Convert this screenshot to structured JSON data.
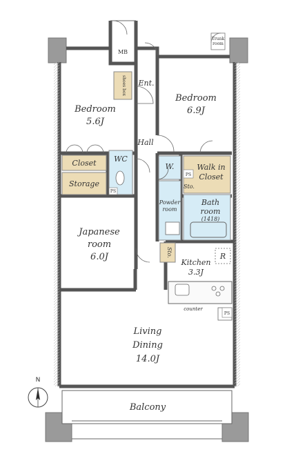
{
  "rooms": {
    "bedroom_west": {
      "name": "Bedroom",
      "size": "5.6J"
    },
    "bedroom_east": {
      "name": "Bedroom",
      "size": "6.9J"
    },
    "japanese": {
      "name_line1": "Japanese",
      "name_line2": "room",
      "size": "6.0J"
    },
    "kitchen": {
      "name": "Kitchen",
      "size": "3.3J"
    },
    "living": {
      "name_line1": "Living",
      "name_line2": "Dining",
      "size": "14.0J"
    },
    "balcony": {
      "name": "Balcony"
    },
    "hall": {
      "name": "Hall"
    },
    "entrance": {
      "name": "Ent."
    },
    "wc": {
      "name": "WC"
    },
    "closet": {
      "name": "Closet"
    },
    "storage": {
      "name": "Storage"
    },
    "walk_in_closet": {
      "name_line1": "Walk in",
      "name_line2": "Closet"
    },
    "powder_room": {
      "name_line1": "Powder",
      "name_line2": "room"
    },
    "bath_room": {
      "name_line1": "Bath",
      "name_line2": "room",
      "size": "(1418)"
    },
    "storage_small": {
      "name": "Sto."
    },
    "storage_tiny": {
      "name": "Sto."
    },
    "washer": {
      "name": "W."
    },
    "shoes_box": {
      "name": "shoes box"
    },
    "trunk_room": {
      "name_line1": "Trunk",
      "name_line2": "room"
    }
  },
  "labels": {
    "mb": "MB",
    "ps": "PS",
    "refrigerator": "R",
    "counter": "counter"
  },
  "compass": {
    "north": "N"
  },
  "colors": {
    "storage_fill": "#ecdcb6",
    "wet_fill": "#d6ecf6",
    "wall": "#555555",
    "column": "#9a9a9a"
  }
}
